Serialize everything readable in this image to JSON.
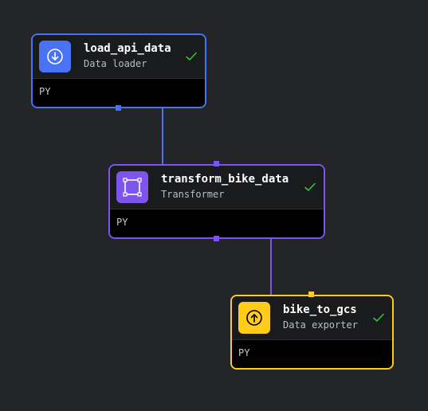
{
  "blocks": [
    {
      "name": "load_api_data",
      "type": "Data loader",
      "language": "PY",
      "status": "success",
      "icon": "download-icon",
      "color": "#4a72f5"
    },
    {
      "name": "transform_bike_data",
      "type": "Transformer",
      "language": "PY",
      "status": "success",
      "icon": "transform-square-icon",
      "color": "#7d55ec"
    },
    {
      "name": "bike_to_gcs",
      "type": "Data exporter",
      "language": "PY",
      "status": "success",
      "icon": "upload-icon",
      "color": "#ffcc19"
    }
  ],
  "edges": [
    {
      "from": "load_api_data",
      "to": "transform_bike_data"
    },
    {
      "from": "transform_bike_data",
      "to": "bike_to_gcs"
    }
  ],
  "colors": {
    "canvas_bg": "#242528",
    "check": "#37c13a"
  }
}
